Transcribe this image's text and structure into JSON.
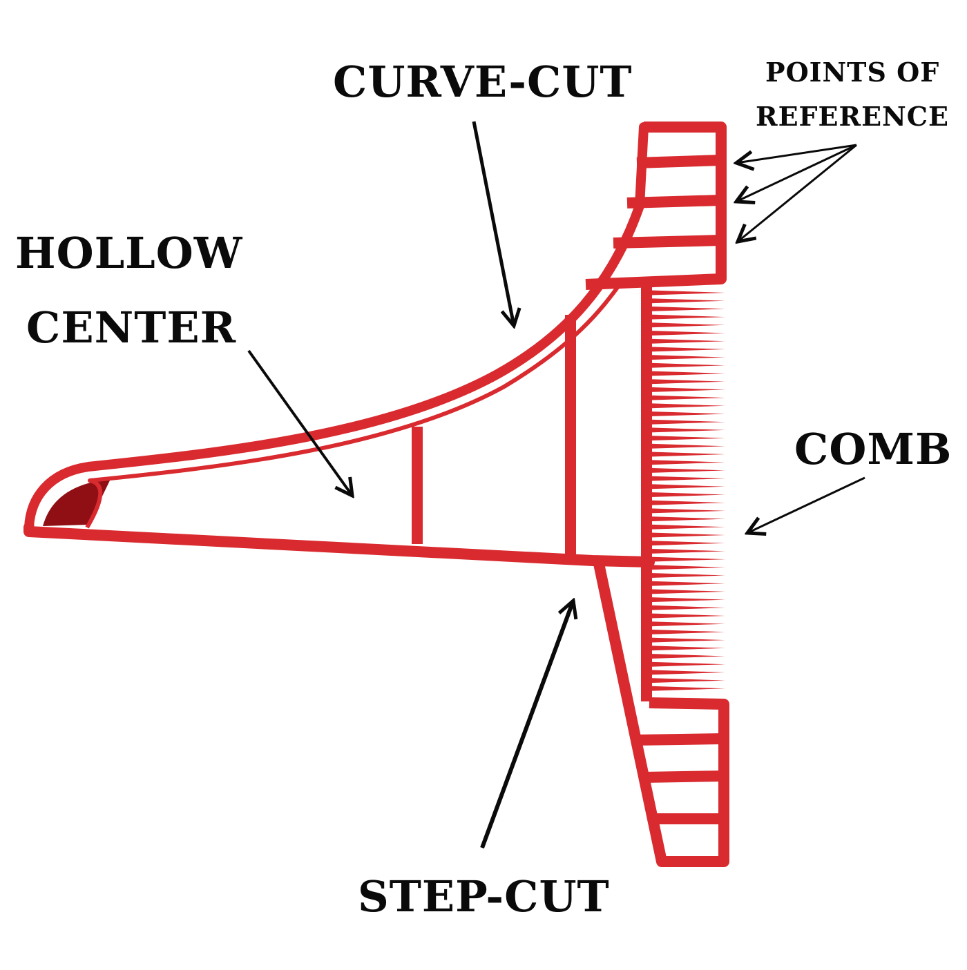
{
  "labels": {
    "curve_cut": "CURVE-CUT",
    "hollow_center_line1": "HOLLOW",
    "hollow_center_line2": "CENTER",
    "points_of_reference_line1": "POINTS OF",
    "points_of_reference_line2": "REFERENCE",
    "comb": "COMB",
    "step_cut": "STEP-CUT"
  },
  "colors": {
    "tool_red": "#d92b2f",
    "tool_dark_red": "#8f0f14",
    "text": "#0a0a0a",
    "arrow": "#0a0a0a",
    "background": "#ffffff"
  }
}
